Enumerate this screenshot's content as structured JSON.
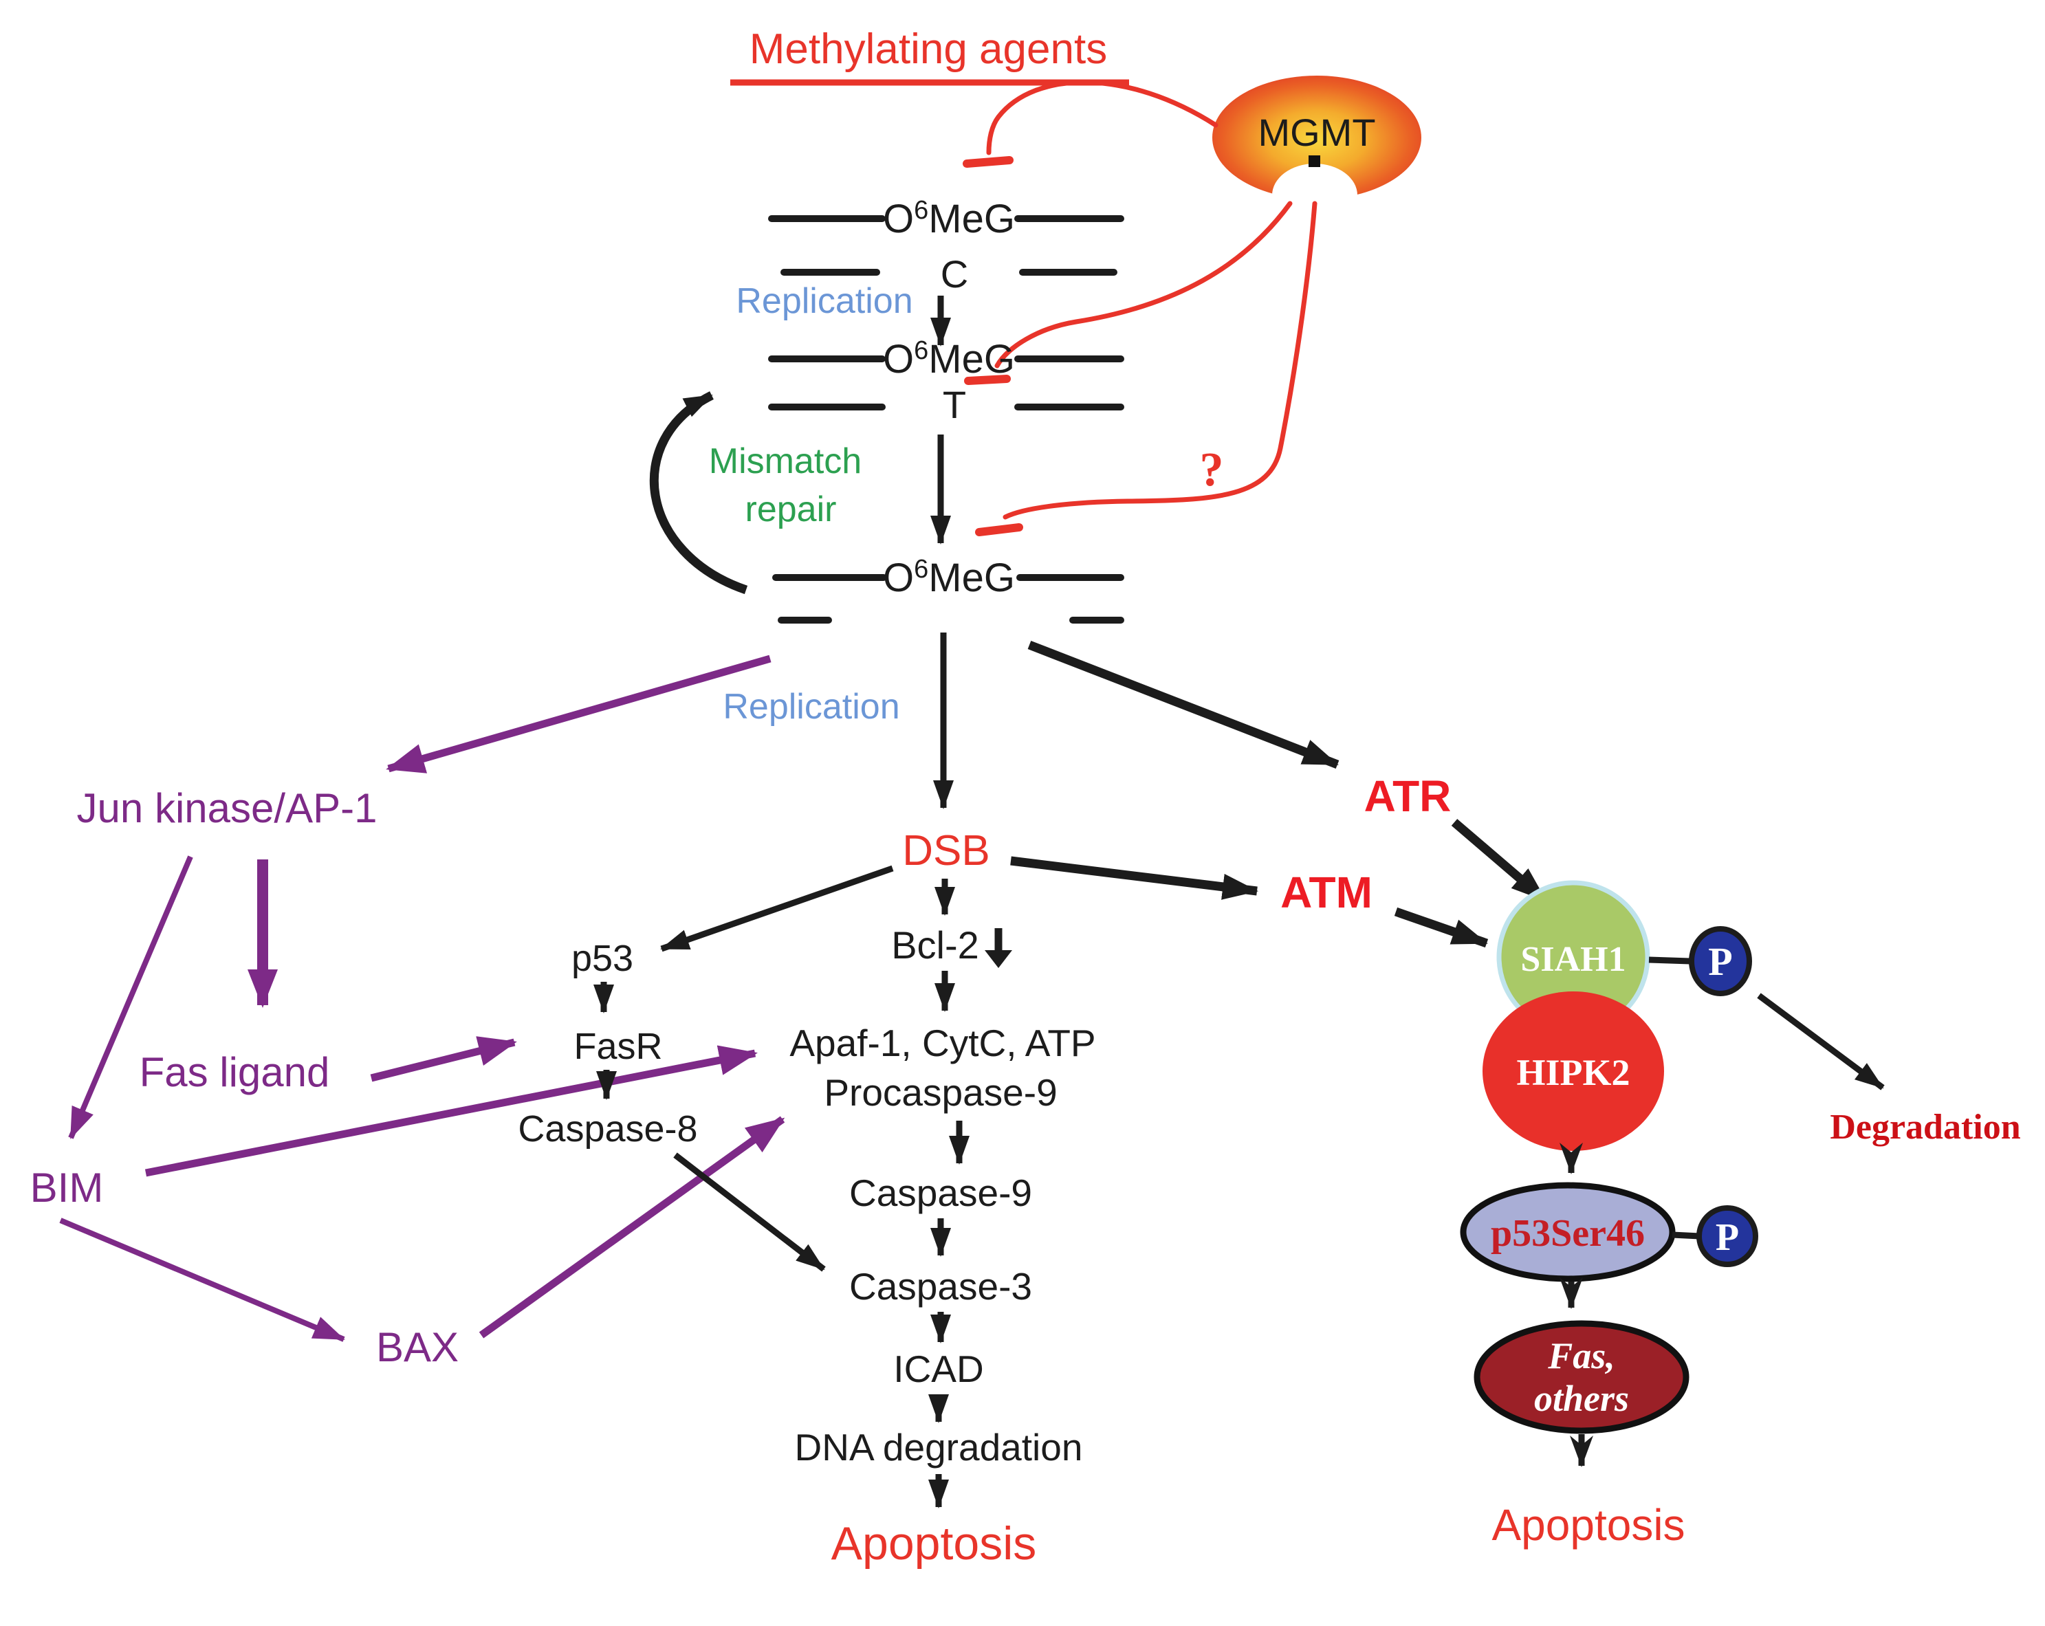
{
  "meta": {
    "type": "biological-pathway-diagram",
    "colors": {
      "red_accent": "#e8342a",
      "crimson_bold": "#ed1c24",
      "replication_blue": "#6b96d6",
      "mismatch_green": "#2ca050",
      "purple": "#7d2a87",
      "black": "#1c1c1c",
      "mgmt_gradient_center": "#f9d83e",
      "mgmt_gradient_edge": "#e03226",
      "siah1_fill": "#a9c967",
      "siah1_border": "#bfe3ec",
      "hipk2_fill": "#e8302a",
      "p53ser46_fill": "#a9aed6",
      "p53ser46_text": "#c41e25",
      "phospho_fill": "#23349c",
      "fas_others_fill": "#9b2027",
      "degradation_text": "#cc1016"
    }
  },
  "title": {
    "text": "Methylating agents"
  },
  "dna": {
    "o6meg_o": "O",
    "o6meg_sup": "6",
    "o6meg_meg": "MeG",
    "base_c": "C",
    "base_t": "T"
  },
  "labels": {
    "mgmt": "MGMT",
    "replication": "Replication",
    "mismatch_line1": "Mismatch",
    "mismatch_line2": "repair",
    "question": "?",
    "dsb": "DSB",
    "jun": "Jun kinase/AP-1",
    "fas_ligand": "Fas ligand",
    "bim": "BIM",
    "bax": "BAX",
    "p53": "p53",
    "fasr": "FasR",
    "caspase8": "Caspase-8",
    "bcl2": "Bcl-2",
    "apaf_line1": "Apaf-1, CytC, ATP",
    "apaf_line2": "Procaspase-9",
    "caspase9": "Caspase-9",
    "caspase3": "Caspase-3",
    "icad": "ICAD",
    "dna_degradation": "DNA degradation",
    "apoptosis_left": "Apoptosis",
    "atr": "ATR",
    "atm": "ATM",
    "siah1": "SIAH1",
    "hipk2": "HIPK2",
    "p_phospho": "P",
    "p53ser46": "p53Ser46",
    "fas_others_line1": "Fas,",
    "fas_others_line2": "others",
    "degradation": "Degradation",
    "apoptosis_right": "Apoptosis"
  }
}
